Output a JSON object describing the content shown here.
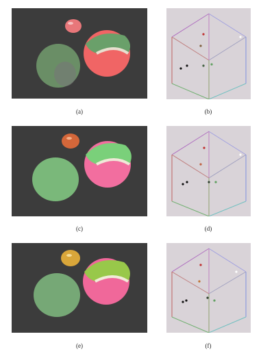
{
  "panels": [
    {
      "label": "(a)",
      "kind": "photo",
      "colors": {
        "small": "#e8777a",
        "disc": "#6a8e66",
        "ball_green": "#6aa06a",
        "ball_red": "#f06565",
        "seam": "#e8e0d0",
        "bg": "#3c3c3c"
      }
    },
    {
      "label": "(b)",
      "kind": "cube"
    },
    {
      "label": "(c)",
      "kind": "photo",
      "colors": {
        "small": "#d4673a",
        "disc": "#7ab87a",
        "ball_green": "#7ad07a",
        "ball_red": "#f26e9f",
        "seam": "#f0e8d8",
        "bg": "#3c3c3c"
      }
    },
    {
      "label": "(d)",
      "kind": "cube"
    },
    {
      "label": "(e)",
      "kind": "photo",
      "colors": {
        "small": "#d9a63a",
        "disc": "#76a876",
        "ball_green": "#98c84a",
        "ball_red": "#f0689a",
        "seam": "#f0ecd8",
        "bg": "#3c3c3c"
      }
    },
    {
      "label": "(f)",
      "kind": "cube"
    }
  ]
}
